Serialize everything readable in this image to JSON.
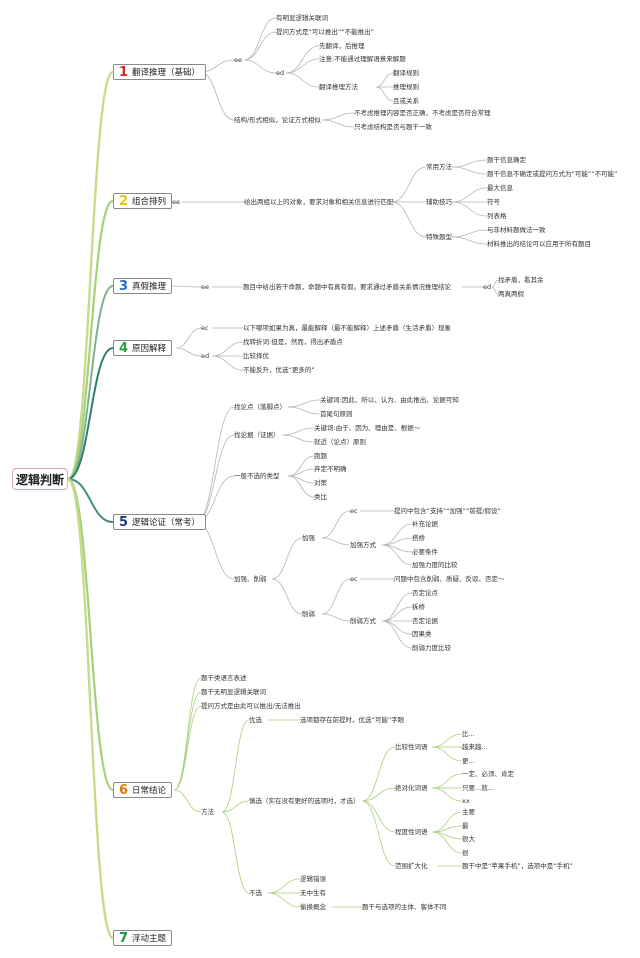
{
  "root": "逻辑判断",
  "colors": {
    "n1": "#e02020",
    "n2": "#e8c41a",
    "n3": "#1e6fd0",
    "n4": "#27a040",
    "n5": "#1a3a8a",
    "n6": "#e07a10",
    "n7": "#1f8f3a"
  },
  "b1": {
    "num": "1",
    "label": "翻译推理（基础）",
    "ee": "ee",
    "ed": "ed",
    "a": "有明显逻辑关联词",
    "b": "提问方式是“可以推出”“不能推出”",
    "c": "先翻译，后推理",
    "d": "注意:不能通过理解语意来解题",
    "e": "翻译推理方法",
    "f": "翻译规则",
    "g": "推理规则",
    "h": "且或关系",
    "i": "结构/形式相似，论证方式相似",
    "j": "不考虑推理内容是否正确，不考虑是否符合常理",
    "k": "只考虑结构是否与题干一致"
  },
  "b2": {
    "num": "2",
    "label": "组合排列",
    "ee": "ee",
    "a": "给出两组以上的对象，要求对象和相关信息进行匹配",
    "b": "常用方法",
    "c": "题干信息确定",
    "d": "题干信息不确定或提问方式为“可能”“不可能”",
    "e": "辅助技巧",
    "f": "最大信息",
    "g": "符号",
    "h": "列表格",
    "i": "特殊题型",
    "j": "与非材料题做法一致",
    "k": "材料推出的结论可以应用于所有题目"
  },
  "b3": {
    "num": "3",
    "label": "真假推理",
    "ee": "ee",
    "a": "题目中给出若干命题，命题中有真有假。要求通过矛盾关系情况推理结论",
    "ed": "ed",
    "b": "找矛盾，看其余",
    "c": "两真两假"
  },
  "b4": {
    "num": "4",
    "label": "原因解释",
    "ec": "ec",
    "a": "以下哪项如果为真，最能解释（最不能解释）上述矛盾（生活矛盾）现象",
    "ed": "ed",
    "b": "找转折词:但是，然而，得出矛盾点",
    "c": "比较择优",
    "d": "不能反升，优选“更多的”"
  },
  "b5": {
    "num": "5",
    "label": "逻辑论证（常考）",
    "a": "找论点（落脚点）",
    "a1": "关键词:因此、所以、认为、由此推出、论据可知",
    "a2": "首尾句原则",
    "b": "找论据（证据）",
    "b1": "关键词:由于、因为、理由是、根据～",
    "b2": "就近（论点）原则",
    "c": "一般不选的类型",
    "c1": "跑题",
    "c2": "弃定不明确",
    "c3": "对策",
    "c4": "类比",
    "d": "加强、削弱",
    "e": "加强",
    "e_ec": "ec",
    "e1": "提问中包含“支持”“加强”“前提/假设”",
    "e2": "加强方式",
    "e21": "补充论据",
    "e22": "搭桥",
    "e23": "必要条件",
    "e24": "加强力度的比较",
    "f": "削弱",
    "f_ec": "ec",
    "f1": "问题中包含削弱、质疑、反驳、否定～",
    "f2": "削弱方式",
    "f21": "否定论点",
    "f22": "拆桥",
    "f23": "否定论据",
    "f24": "因果类",
    "f25": "削弱力度比较"
  },
  "b6": {
    "num": "6",
    "label": "日常结论",
    "a": "题干类语言表述",
    "b": "题干无明显逻辑关联词",
    "c": "提问方式是由此可以推出/无法推出",
    "d": "方法",
    "e": "优选",
    "e1": "选项都存在前提时，优选“可能”字眼",
    "f": "慎选（实在没有更好的选项时，才选）",
    "g": "比较性词语",
    "g1": "比...",
    "g2": "越来越...",
    "g3": "更...",
    "h": "绝对化词语",
    "h1": "一定、必须、肯定",
    "h2": "只要...就...",
    "h3": "xx",
    "i": "程度性词语",
    "i1": "主要",
    "i2": "最",
    "i3": "很大",
    "i4": "很",
    "j": "范围扩大化",
    "j1": "题干中是“苹果手机”，选项中是“手机”",
    "k": "不选",
    "k1": "逻辑错误",
    "k2": "无中生有",
    "k3": "偷换概念",
    "k4": "题干与选项的主体、客体不同"
  },
  "b7": {
    "num": "7",
    "label": "浮动主题"
  }
}
